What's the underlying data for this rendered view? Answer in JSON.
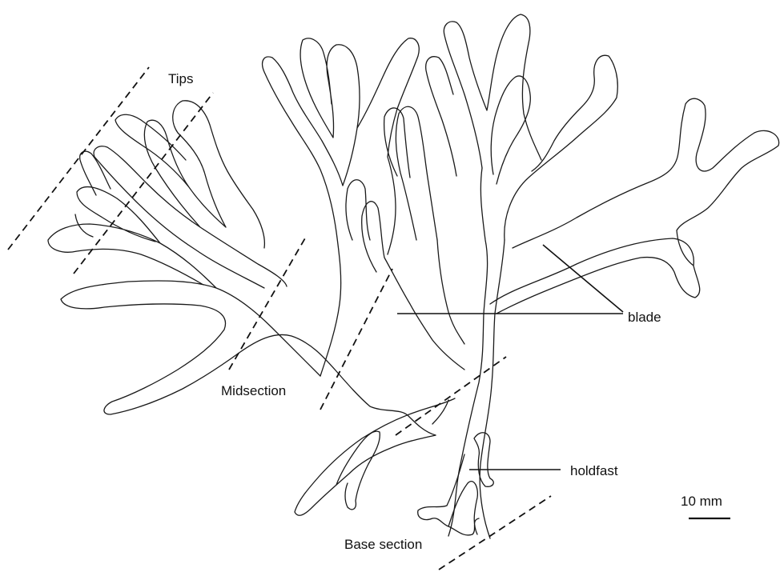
{
  "labels": {
    "tips": "Tips",
    "midsection": "Midsection",
    "base_section": "Base section",
    "blade": "blade",
    "holdfast": "holdfast",
    "scale": "10 mm"
  }
}
